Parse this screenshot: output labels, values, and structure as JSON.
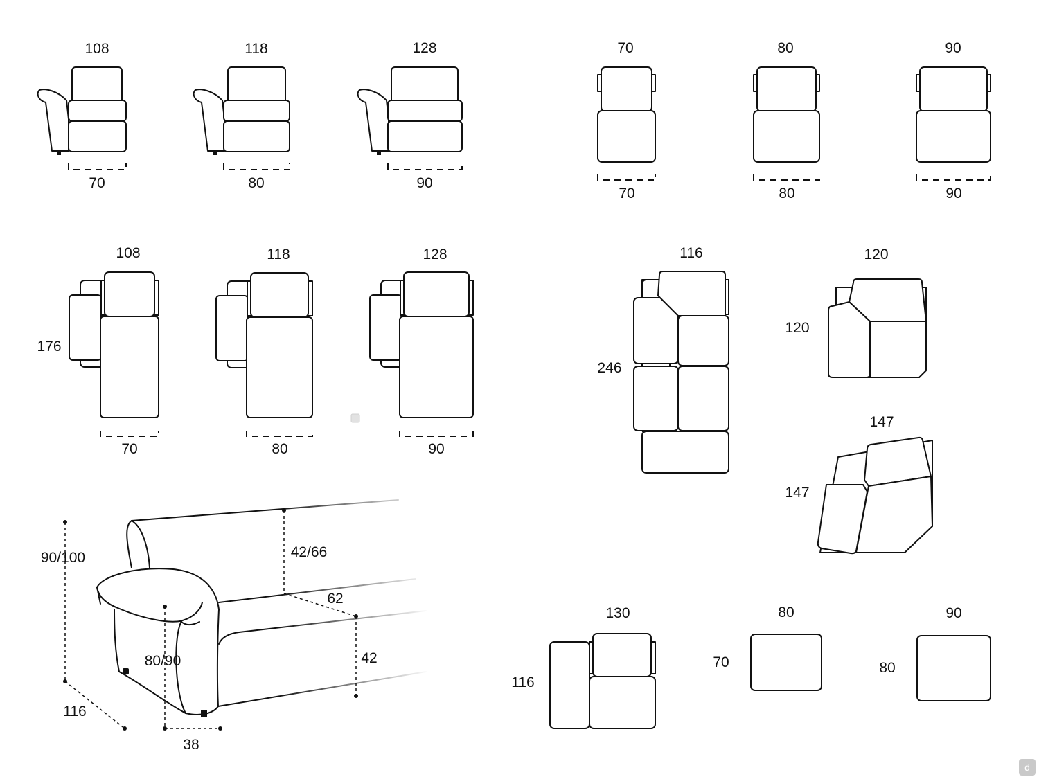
{
  "modules": {
    "arm_small": {
      "depth": "108",
      "width": "70"
    },
    "arm_medium": {
      "depth": "118",
      "width": "80"
    },
    "arm_large": {
      "depth": "128",
      "width": "90"
    },
    "seat_small": {
      "depth": "70",
      "width": "70"
    },
    "seat_medium": {
      "depth": "80",
      "width": "80"
    },
    "seat_large": {
      "depth": "90",
      "width": "90"
    },
    "chaise_small": {
      "depth": "108",
      "length": "176",
      "width": "70"
    },
    "chaise_medium": {
      "depth": "118",
      "width": "80"
    },
    "chaise_large": {
      "depth": "128",
      "width": "90"
    },
    "corner_long": {
      "width": "116",
      "length": "246"
    },
    "corner_square": {
      "width": "120",
      "depth": "120"
    },
    "corner_angled": {
      "width": "147",
      "depth": "147"
    },
    "corner_end": {
      "width": "130",
      "depth": "116"
    },
    "pouf_small": {
      "width": "80",
      "depth": "70"
    },
    "pouf_large": {
      "width": "90",
      "depth": "80"
    }
  },
  "perspective": {
    "height": "90/100",
    "backrest_height": "42/66",
    "seat_depth": "62",
    "seat_height": "42",
    "arm_height": "80/90",
    "depth": "116",
    "arm_width": "38"
  },
  "watermark": {
    "glyph": "d"
  },
  "colors": {
    "line": "#111111",
    "background": "#ffffff"
  }
}
